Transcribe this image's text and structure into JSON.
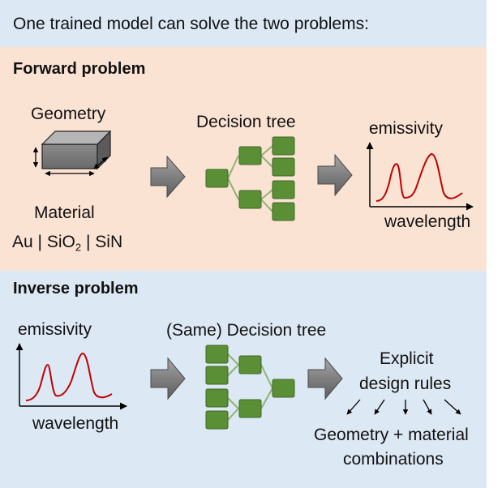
{
  "intro": "One trained model can solve the two problems:",
  "forward": {
    "heading": "Forward problem",
    "geometry_label": "Geometry",
    "material_label": "Material",
    "materials": {
      "au": "Au",
      "sep": "|",
      "sio": "SiO",
      "sio_sub": "2",
      "sin": "SiN"
    },
    "tree_label": "Decision tree",
    "plot_ylabel": "emissivity",
    "plot_xlabel": "wavelength"
  },
  "inverse": {
    "heading": "Inverse problem",
    "plot_ylabel": "emissivity",
    "plot_xlabel": "wavelength",
    "tree_label": "(Same) Decision tree",
    "rules_line1": "Explicit",
    "rules_line2": "design rules",
    "result_line1": "Geometry + material",
    "result_line2": "combinations"
  },
  "colors": {
    "intro_band": "#dce8f4",
    "forward_band": "#fbe3d4",
    "inverse_band": "#dce8f4",
    "tree_node": "#5a8f36",
    "tree_node_border": "#3f6a25",
    "tree_edge": "#8fb275",
    "arrow": "#8a8a8a",
    "curve": "#c00000",
    "block": "#7f7f7f"
  }
}
